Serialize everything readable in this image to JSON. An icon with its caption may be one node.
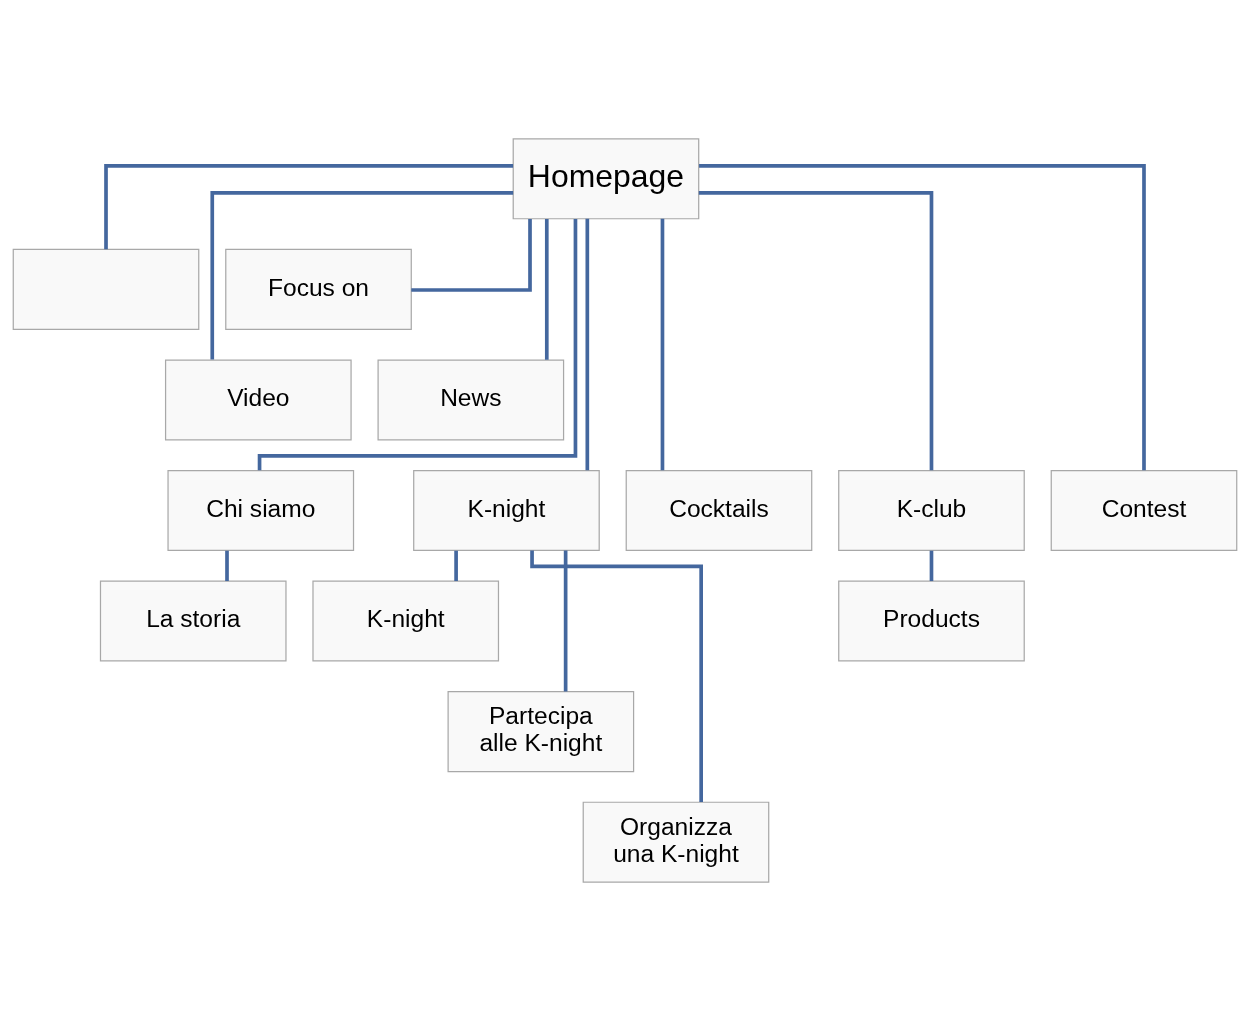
{
  "diagram": {
    "nodes": [
      {
        "text": [
          "Homepage"
        ]
      },
      {
        "text": [],
        "shape": "box"
      },
      {
        "text": [
          "Focus on"
        ]
      },
      {
        "text": [
          "Video"
        ]
      },
      {
        "text": [
          "News"
        ]
      },
      {
        "text": [
          "Chi siamo"
        ]
      },
      {
        "text": [
          "K-night"
        ]
      },
      {
        "text": [
          "Cocktails"
        ]
      },
      {
        "text": [
          "K-club"
        ]
      },
      {
        "text": [
          "Contest"
        ]
      },
      {
        "text": [
          "La storia"
        ]
      },
      {
        "text": [
          "K-night"
        ]
      },
      {
        "text": [
          "Partecipa alle K-night"
        ]
      },
      {
        "text": [
          "Organizza una K-night"
        ]
      },
      {
        "text": [
          "Products"
        ]
      }
    ],
    "edges": [
      {
        "from": 0,
        "to": 1,
        "arrow": "none"
      },
      {
        "from": 0,
        "to": 2,
        "arrow": "none"
      },
      {
        "from": 0,
        "to": 3,
        "arrow": "none"
      },
      {
        "from": 0,
        "to": 4,
        "arrow": "none"
      },
      {
        "from": 0,
        "to": 5,
        "arrow": "none"
      },
      {
        "from": 0,
        "to": 6,
        "arrow": "none"
      },
      {
        "from": 0,
        "to": 7,
        "arrow": "none"
      },
      {
        "from": 0,
        "to": 8,
        "arrow": "none"
      },
      {
        "from": 0,
        "to": 9,
        "arrow": "none"
      },
      {
        "from": 5,
        "to": 10,
        "arrow": "none"
      },
      {
        "from": 6,
        "to": 11,
        "arrow": "none"
      },
      {
        "from": 6,
        "to": 12,
        "arrow": "none"
      },
      {
        "from": 6,
        "to": 13,
        "arrow": "none"
      },
      {
        "from": 8,
        "to": 14,
        "arrow": "none"
      }
    ]
  }
}
